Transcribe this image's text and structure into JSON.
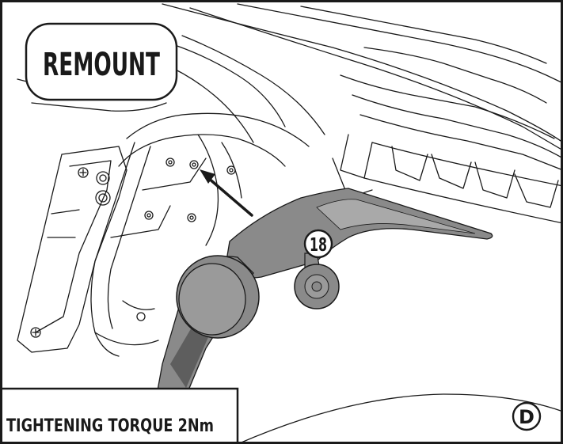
{
  "labels": {
    "remount": "REMOUNT",
    "part_number": "18",
    "torque": "TIGHTENING TORQUE 2Nm",
    "view_letter": "D"
  },
  "colors": {
    "line": "#1a1a1a",
    "part_fill": "#8a8a8a",
    "part_dark": "#5e5e5e",
    "part_light": "#a9a9a9",
    "background": "#ffffff"
  }
}
